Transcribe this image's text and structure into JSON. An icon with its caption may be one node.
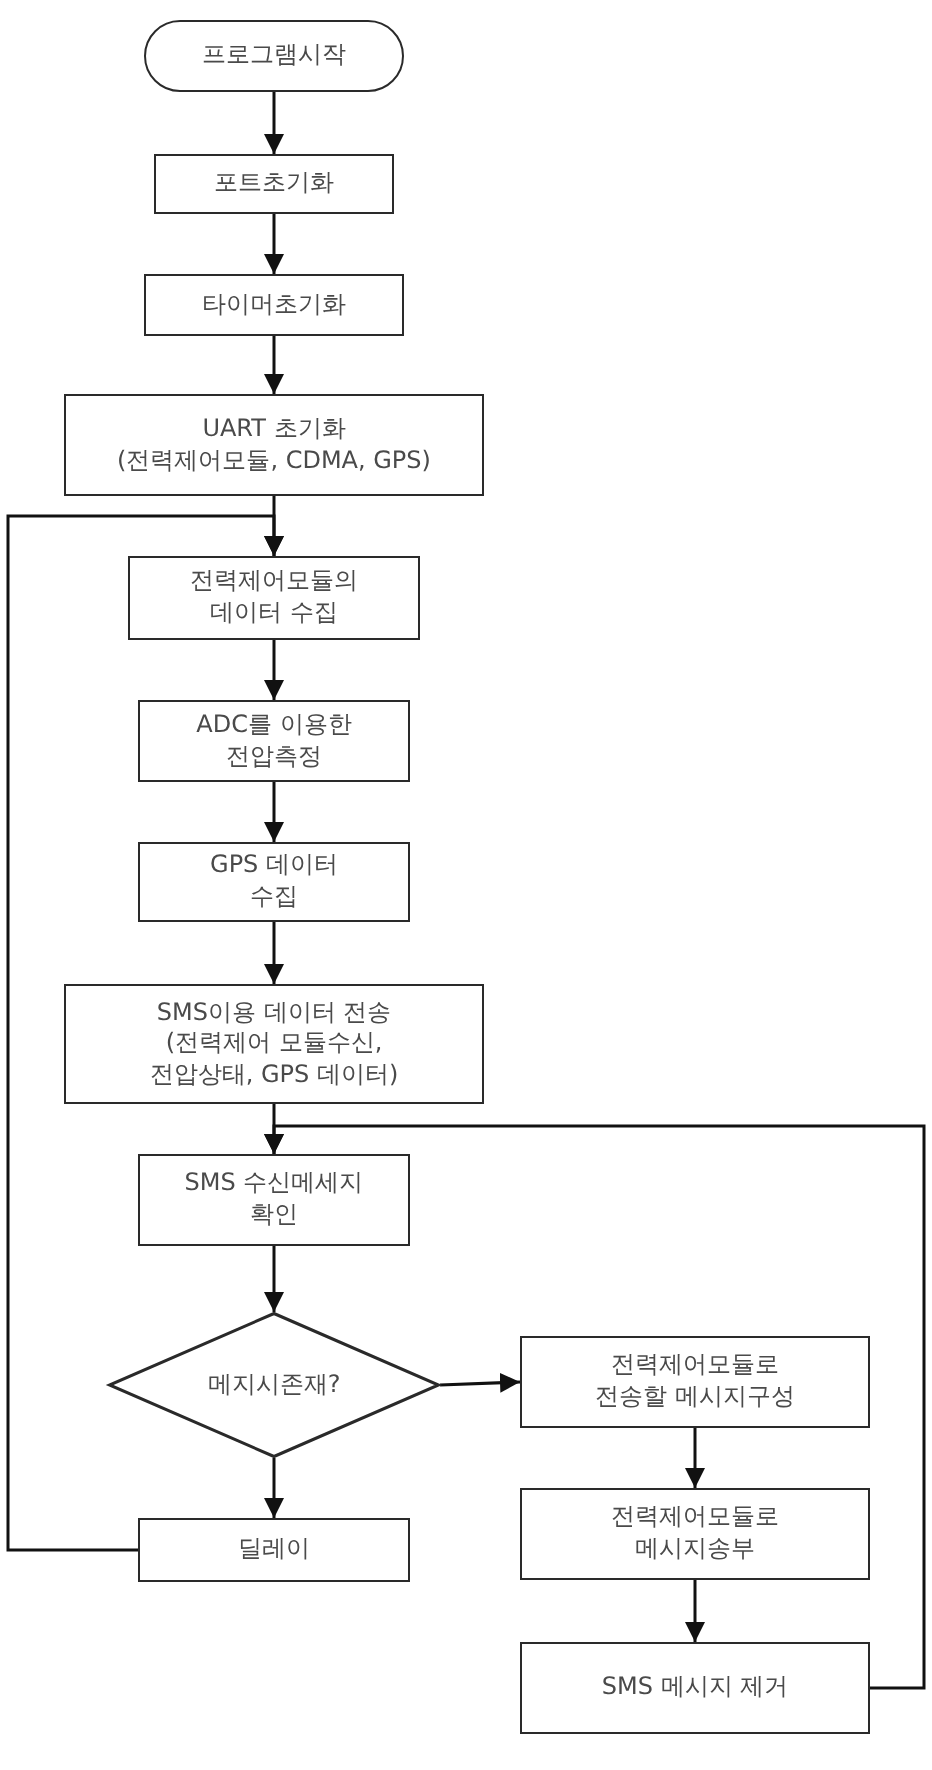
{
  "diagram": {
    "nodes": [
      {
        "text": [
          "프로그램시작"
        ]
      },
      {
        "text": [
          "포트초기화"
        ]
      },
      {
        "text": [
          "타이머초기화"
        ]
      },
      {
        "text": [
          "UART 초기화",
          "(전력제어모듈, CDMA, GPS)"
        ]
      },
      {
        "text": [
          "전력제어모듈의 데이터 수집"
        ]
      },
      {
        "text": [
          "ADC를 이용한 전압측정"
        ]
      },
      {
        "text": [
          "GPS 데이터 수집"
        ]
      },
      {
        "text": [
          "SMS이용 데이터 전송",
          "(전력제어 모듈수신, 전압상태, GPS 데이터)"
        ]
      },
      {
        "text": [
          "SMS 수신메세지 확인"
        ]
      },
      {
        "text": [
          "메지시존재?"
        ]
      },
      {
        "text": [
          "전력제어모듈로 전송할 메시지구성"
        ]
      },
      {
        "text": [
          "딜레이"
        ]
      },
      {
        "text": [
          "전력제어모듈로 메시지송부"
        ]
      },
      {
        "text": [
          "SMS 메시지 제거"
        ]
      }
    ],
    "edges": [
      {
        "from": 0,
        "to": 1,
        "arrow": "to"
      },
      {
        "from": 1,
        "to": 2,
        "arrow": "to"
      },
      {
        "from": 2,
        "to": 3,
        "arrow": "to"
      },
      {
        "from": 3,
        "to": 4,
        "arrow": "to"
      },
      {
        "from": 4,
        "to": 5,
        "arrow": "to"
      },
      {
        "from": 5,
        "to": 6,
        "arrow": "to"
      },
      {
        "from": 6,
        "to": 7,
        "arrow": "to"
      },
      {
        "from": 7,
        "to": 8,
        "arrow": "to"
      },
      {
        "from": 8,
        "to": 9,
        "arrow": "to"
      },
      {
        "from": 9,
        "to": 10,
        "arrow": "to"
      },
      {
        "from": 9,
        "to": 11,
        "arrow": "to"
      },
      {
        "from": 10,
        "to": 12,
        "arrow": "to"
      },
      {
        "from": 12,
        "to": 13,
        "arrow": "to"
      },
      {
        "from": 13,
        "to": 8,
        "arrow": "to"
      },
      {
        "from": 11,
        "to": 4,
        "arrow": "to"
      }
    ]
  }
}
